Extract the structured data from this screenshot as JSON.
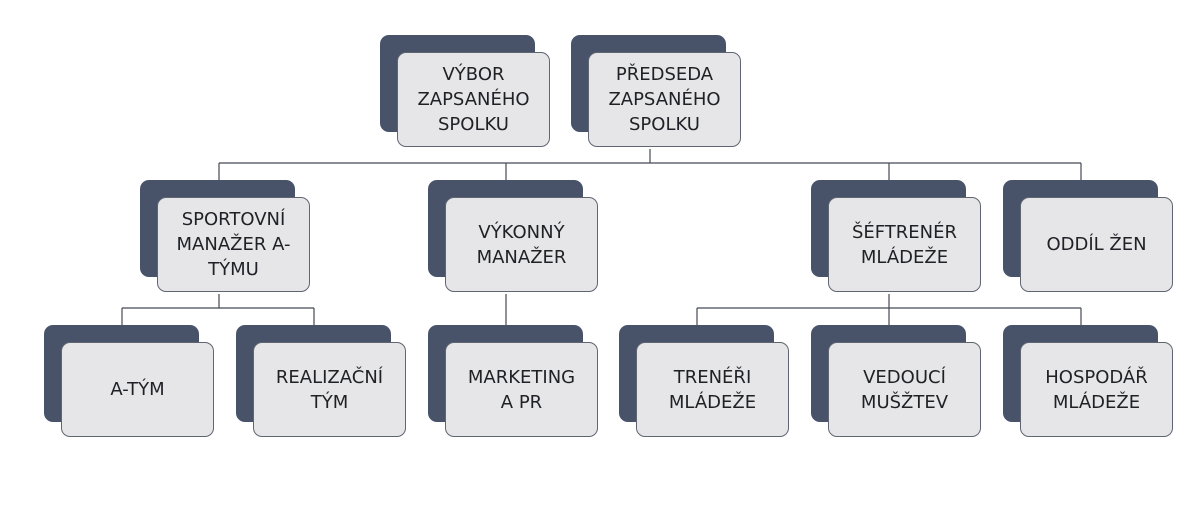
{
  "colors": {
    "shadow": "#48536a",
    "box_fill": "#e6e6e8",
    "box_border": "#5f6672",
    "connector": "#444a54",
    "text": "#1f2126"
  },
  "nodes": {
    "vybor": "VÝBOR\nZAPSANÉHO\nSPOLKU",
    "predseda": "PŘEDSEDA\nZAPSANÉHO\nSPOLKU",
    "sportovni_manazer": "SPORTOVNÍ\nMANAŽER A-\nTÝMU",
    "vykonny_manazer": "VÝKONNÝ\nMANAŽER",
    "seftrener": "ŠÉFTRENÉR\nMLÁDEŽE",
    "oddil_zen": "ODDÍL ŽEN",
    "a_tym": "A-TÝM",
    "realizacni_tym": "REALIZAČNÍ\nTÝM",
    "marketing": "MARKETING\nA PR",
    "treneri": "TRENÉŘI\nMLÁDEŽE",
    "vedouci": "VEDOUCÍ\nMUŠŽTEV",
    "hospodar": "HOSPODÁŘ\nMLÁDEŽE"
  }
}
